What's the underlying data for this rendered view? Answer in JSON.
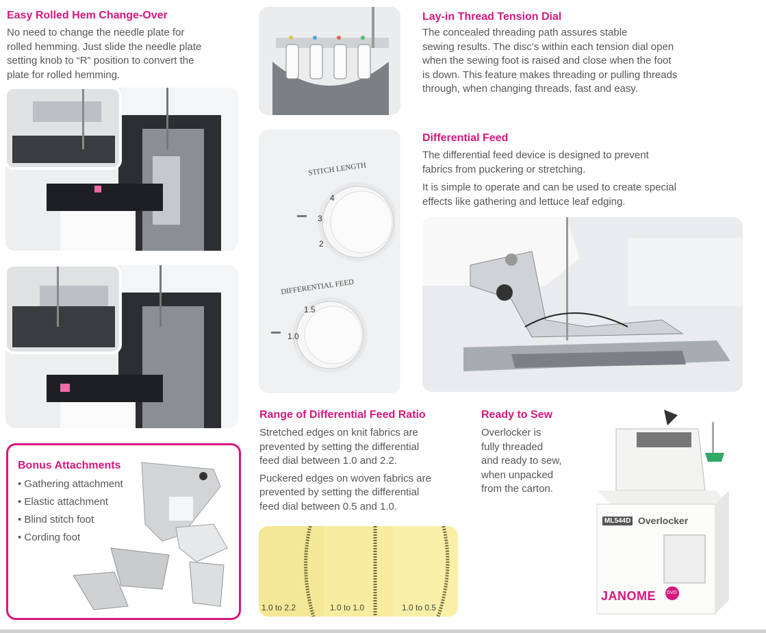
{
  "rolled_hem": {
    "title": "Easy Rolled Hem Change-Over",
    "body": [
      "No need to change the needle plate for",
      "rolled hemming. Just slide the needle plate",
      "setting knob to “R” position to convert the",
      "plate for rolled hemming."
    ]
  },
  "tension": {
    "title": "Lay-in Thread Tension Dial",
    "body": [
      "The concealed threading path assures stable",
      "sewing results. The disc’s within each tension dial open",
      "when the sewing foot is raised and close when the foot",
      "is down. This feature makes threading or pulling threads",
      "through, when changing threads, fast and easy."
    ]
  },
  "diff_feed": {
    "title": "Differential Feed",
    "body1": [
      "The differential feed device is designed to prevent",
      "fabrics from puckering or stretching."
    ],
    "body2": [
      "It is simple to operate and can be used to create special",
      "effects like gathering and lettuce leaf edging."
    ]
  },
  "dials": {
    "stitch_label": "STITCH LENGTH",
    "diff_label": "DIFFERENTIAL FEED",
    "stitch_ticks": [
      "4",
      "3",
      "2"
    ],
    "diff_ticks": [
      "1.5",
      "1.0"
    ]
  },
  "ratio": {
    "title": "Range of Differential Feed Ratio",
    "body1": [
      "Stretched edges on knit fabrics are",
      "prevented by setting the differential",
      "feed dial between 1.0 and 2.2."
    ],
    "body2": [
      "Puckered edges on woven fabrics are",
      "prevented by setting the differential",
      "feed dial between 0.5 and 1.0."
    ],
    "swatches": [
      "1.0 to 2.2",
      "1.0 to 1.0",
      "1.0 to 0.5"
    ]
  },
  "ready": {
    "title": "Ready to Sew",
    "body": [
      "Overlocker is",
      "fully threaded",
      "and ready to sew,",
      "when unpacked",
      "from the carton."
    ],
    "box_model": "ML544D",
    "box_title": "Overlocker",
    "box_brand": "JANOME",
    "box_badge": "DVD"
  },
  "bonus": {
    "title": "Bonus Attachments",
    "items": [
      "Gathering attachment",
      "Elastic attachment",
      "Blind stitch foot",
      "Cording foot"
    ]
  },
  "colors": {
    "accent": "#d6177e",
    "text": "#555555",
    "swatch": "#f6ea9c"
  }
}
